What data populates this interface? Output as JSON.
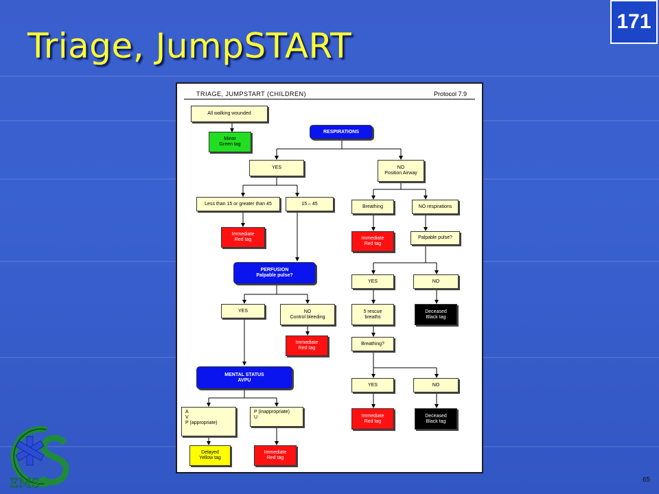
{
  "slide": {
    "title": "Triage, JumpSTART",
    "badge": "171",
    "page_number": "65"
  },
  "document": {
    "header": "TRIAGE, JUMPSTART (CHILDREN)",
    "protocol": "Protocol 7.9"
  },
  "boxes": {
    "walking": "All walking wounded",
    "minor": "Minor\nGreen tag",
    "respirations": "RESPIRATIONS",
    "resp_yes": "YES",
    "resp_no": "NO\nPosition Airway",
    "rate_out": "Less than 15 or greater than 45",
    "rate_ok": "15 – 45",
    "imm1": "Immediate\nRed tag",
    "perfusion": "PERFUSION\nPalpable pulse?",
    "perf_yes": "YES",
    "perf_no": "NO\nControl bleeding",
    "imm2": "Immediate\nRed tag",
    "mental": "MENTAL STATUS\nAVPU",
    "avp": "A\nV\nP (appropriate)",
    "pu": "P (inappropriate)\nU",
    "delayed": "Delayed\nYellow tag",
    "imm3": "Immediate\nRed tag",
    "breathing": "Breathing",
    "no_resp": "NO respirations",
    "imm4": "Immediate\nRed tag",
    "palpable": "Palpable pulse?",
    "pp_yes": "YES",
    "pp_no": "NO",
    "rescue": "5 rescue\nbreaths",
    "deceased1": "Deceased\nBlack tag",
    "breathing2": "Breathing?",
    "b2_yes": "YES",
    "b2_no": "NO",
    "imm5": "Immediate\nRed tag",
    "deceased2": "Deceased\nBlack tag"
  },
  "logo": {
    "text": "EMS",
    "letters": "CS"
  },
  "colors": {
    "background": "#3a5fcd",
    "title": "#ffff33",
    "red_tag": "#ff1111",
    "green_tag": "#22dd22",
    "yellow_tag": "#ffff00",
    "black_tag": "#000000",
    "blue_box": "#0a14ee",
    "decision_box": "#ffffcc",
    "logo_green": "#1f8a3a"
  }
}
